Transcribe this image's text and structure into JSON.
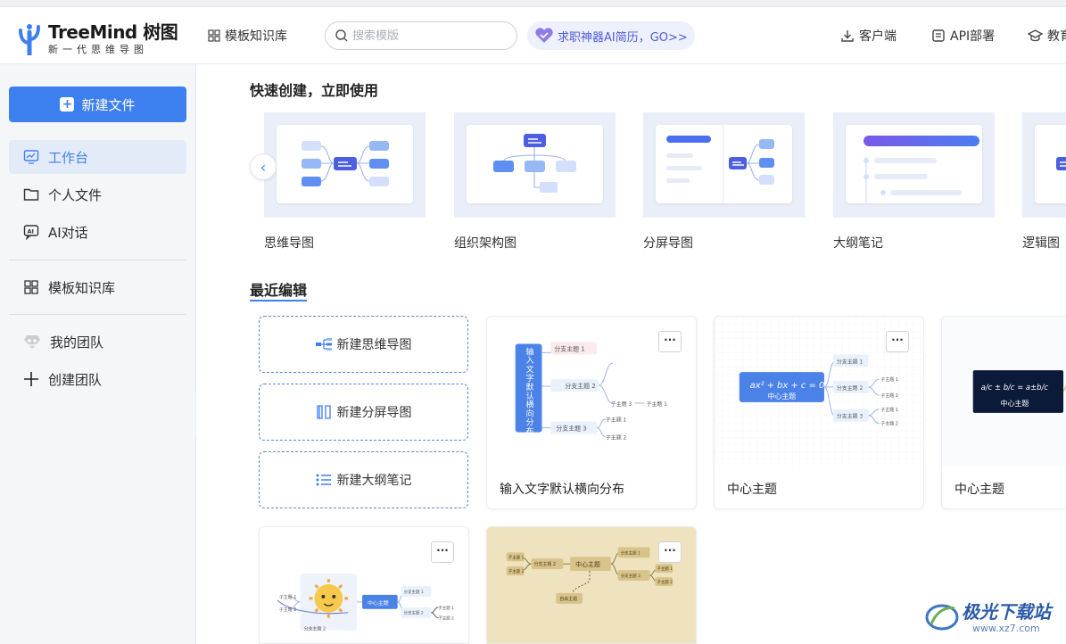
{
  "header": {
    "logo_name": "TreeMind 树图",
    "logo_slogan": "新一代思维导图",
    "nav_templates": "模板知识库",
    "search_placeholder": "搜索模版",
    "promo": "求职神器AI简历，GO>>",
    "client": "客户端",
    "api": "API部署",
    "edu": "教育"
  },
  "sidebar": {
    "new_file": "新建文件",
    "items": [
      {
        "label": "工作台",
        "icon": "monitor-icon",
        "active": true
      },
      {
        "label": "个人文件",
        "icon": "folder-icon"
      },
      {
        "label": "AI对话",
        "icon": "ai-chat-icon"
      },
      {
        "label": "模板知识库",
        "icon": "grid-icon"
      },
      {
        "label": "我的团队",
        "icon": "team-icon"
      },
      {
        "label": "创建团队",
        "icon": "plus-icon"
      }
    ]
  },
  "quick": {
    "title": "快速创建，立即使用",
    "templates": [
      "思维导图",
      "组织架构图",
      "分屏导图",
      "大纲笔记",
      "逻辑图"
    ]
  },
  "recent": {
    "title": "最近编辑",
    "new_buttons": [
      "新建思维导图",
      "新建分屏导图",
      "新建大纲笔记"
    ],
    "more": "···",
    "cards": [
      {
        "name": "输入文字默认横向分布",
        "root": "输入文字默认横向分布",
        "b1": "分支主题 1",
        "b2": "分支主题 2",
        "b3": "分支主题 3",
        "s1": "子主题 1",
        "s2": "子主题 2",
        "s3": "子主题 3",
        "s4": "子主题 1"
      },
      {
        "name": "中心主题",
        "formula": "ax² + bx + c = 0",
        "root": "中心主题",
        "b1": "分支主题 1",
        "b2": "分支主题 2",
        "b3": "分支主题 3",
        "s1": "子主题 1",
        "s2": "子主题 2",
        "s3": "子主题 1",
        "s4": "子主题 2"
      },
      {
        "name": "中心主题",
        "formula": "a/c ± b/c = a±b/c",
        "root": "中心主题"
      },
      {
        "root": "中心主题",
        "b1": "分支主题 1",
        "b2": "分支主题 2",
        "s1": "子主题 1",
        "s2": "子主题 2",
        "s3": "子主题 1",
        "s4": "子主题 2"
      },
      {
        "root": "中心主题",
        "b1": "分支主题 1",
        "b2": "分支主题 2",
        "b3": "分支主题 3",
        "s1": "子主题 1",
        "s2": "子主题 2",
        "s3": "子主题 1",
        "s4": "子主题 2",
        "float": "自由主题"
      }
    ]
  },
  "watermark": {
    "text": "极光下载站",
    "url": "www.xz7.com"
  },
  "colors": {
    "accent": "#3e7ff0",
    "promo": "#4f5bd5",
    "sidebar_active": "#e4ebf8"
  }
}
